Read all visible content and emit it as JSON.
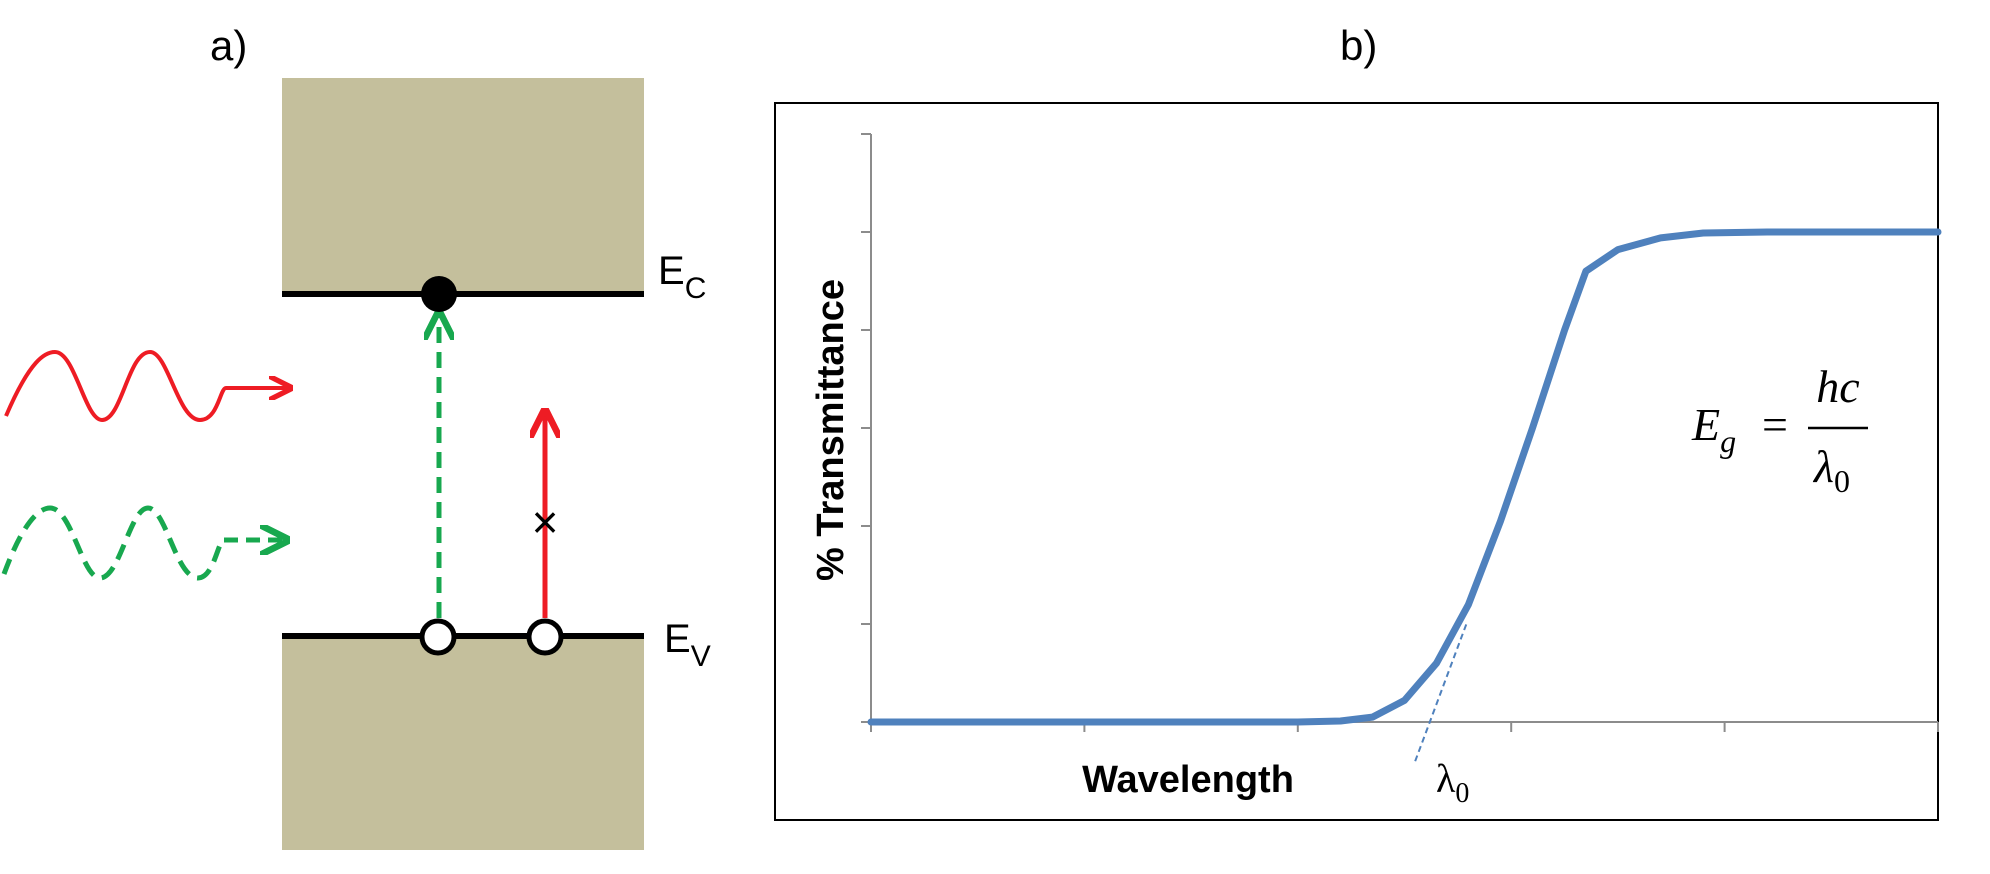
{
  "panel_a": {
    "label": "a)",
    "conduction_band_label": {
      "main": "E",
      "sub": "C"
    },
    "valence_band_label": {
      "main": "E",
      "sub": "V"
    },
    "blocked_mark": "×",
    "colors": {
      "band": "#c4bf9c",
      "band_edge": "#000000",
      "low_energy_photon": "#ee1c24",
      "high_energy_photon": "#18a84f",
      "electron": "#000000",
      "hole_fill": "#ffffff"
    }
  },
  "panel_b": {
    "label": "b)",
    "chart_data": {
      "type": "line",
      "xlabel": "Wavelength",
      "ylabel": "% Transmittance",
      "x_tick_labels": [],
      "y_tick_labels": [],
      "x_tick_count": 6,
      "y_tick_count": 7,
      "xlim": [
        0,
        5
      ],
      "ylim": [
        0,
        6
      ],
      "grid": false,
      "series": [
        {
          "color": "#4f81bd",
          "x": [
            0,
            1,
            2,
            2.2,
            2.35,
            2.5,
            2.65,
            2.8,
            2.95,
            3.1,
            3.25,
            3.35,
            3.5,
            3.7,
            3.9,
            4.2,
            4.6,
            5.0
          ],
          "y": [
            0,
            0,
            0,
            0.01,
            0.05,
            0.22,
            0.6,
            1.2,
            2.05,
            3.0,
            4.0,
            4.6,
            4.82,
            4.94,
            4.99,
            5.0,
            5.0,
            5.0
          ]
        }
      ],
      "annotations": {
        "tangent": {
          "x": [
            2.55,
            2.79
          ],
          "y": [
            -0.4,
            1.0
          ],
          "style": "dashed"
        },
        "lambda_label": {
          "main": "λ",
          "sub": "0"
        },
        "equation": {
          "lhs_main": "E",
          "lhs_sub": "g",
          "equals": "=",
          "numerator": "hc",
          "denominator_main": "λ",
          "denominator_sub": "0"
        }
      }
    }
  }
}
